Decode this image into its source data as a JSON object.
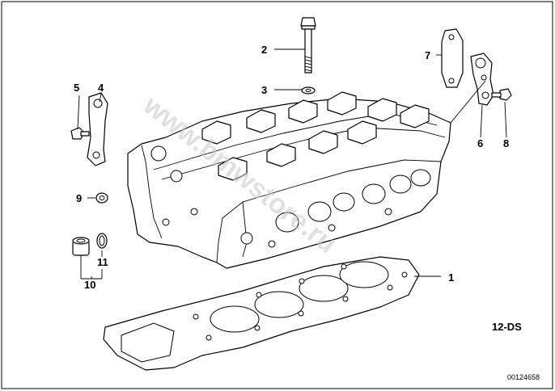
{
  "diagram": {
    "code": "12-DS",
    "reference": "00124658",
    "watermark": "www.bmwstore.ru",
    "callouts": {
      "c1": "1",
      "c2": "2",
      "c3": "3",
      "c4": "4",
      "c5": "5",
      "c6": "6",
      "c7": "7",
      "c8": "8",
      "c9": "9",
      "c10": "10",
      "c11": "11"
    }
  }
}
